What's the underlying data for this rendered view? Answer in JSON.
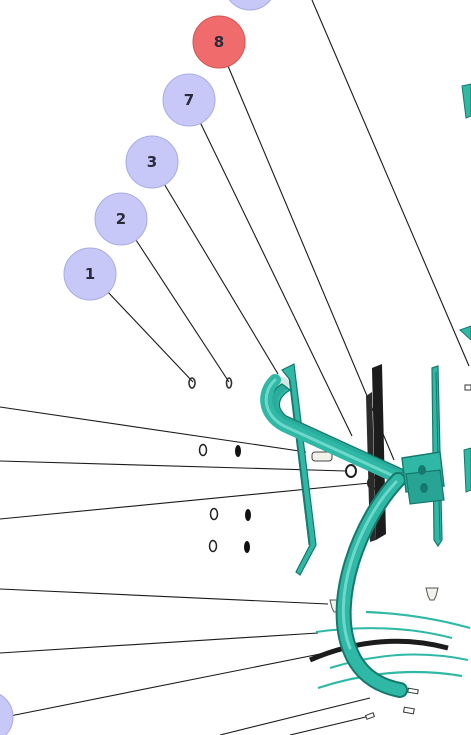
{
  "colors": {
    "balloon": "#c7c8f7",
    "balloon_stroke": "#a9abe6",
    "balloon_highlight": "#f06c6c",
    "balloon_highlight_stroke": "#d45252",
    "part_teal": "#2fb8a6",
    "part_teal_dark": "#16796d",
    "part_black": "#1c1c1c",
    "hardware": "#e8eee8"
  },
  "callouts": [
    {
      "id": "1",
      "label": "1",
      "highlighted": false
    },
    {
      "id": "2",
      "label": "2",
      "highlighted": false
    },
    {
      "id": "3",
      "label": "3",
      "highlighted": false
    },
    {
      "id": "7",
      "label": "7",
      "highlighted": false
    },
    {
      "id": "8",
      "label": "8",
      "highlighted": true
    },
    {
      "id": "top",
      "label": "",
      "highlighted": false
    },
    {
      "id": "left",
      "label": "",
      "highlighted": false
    }
  ]
}
